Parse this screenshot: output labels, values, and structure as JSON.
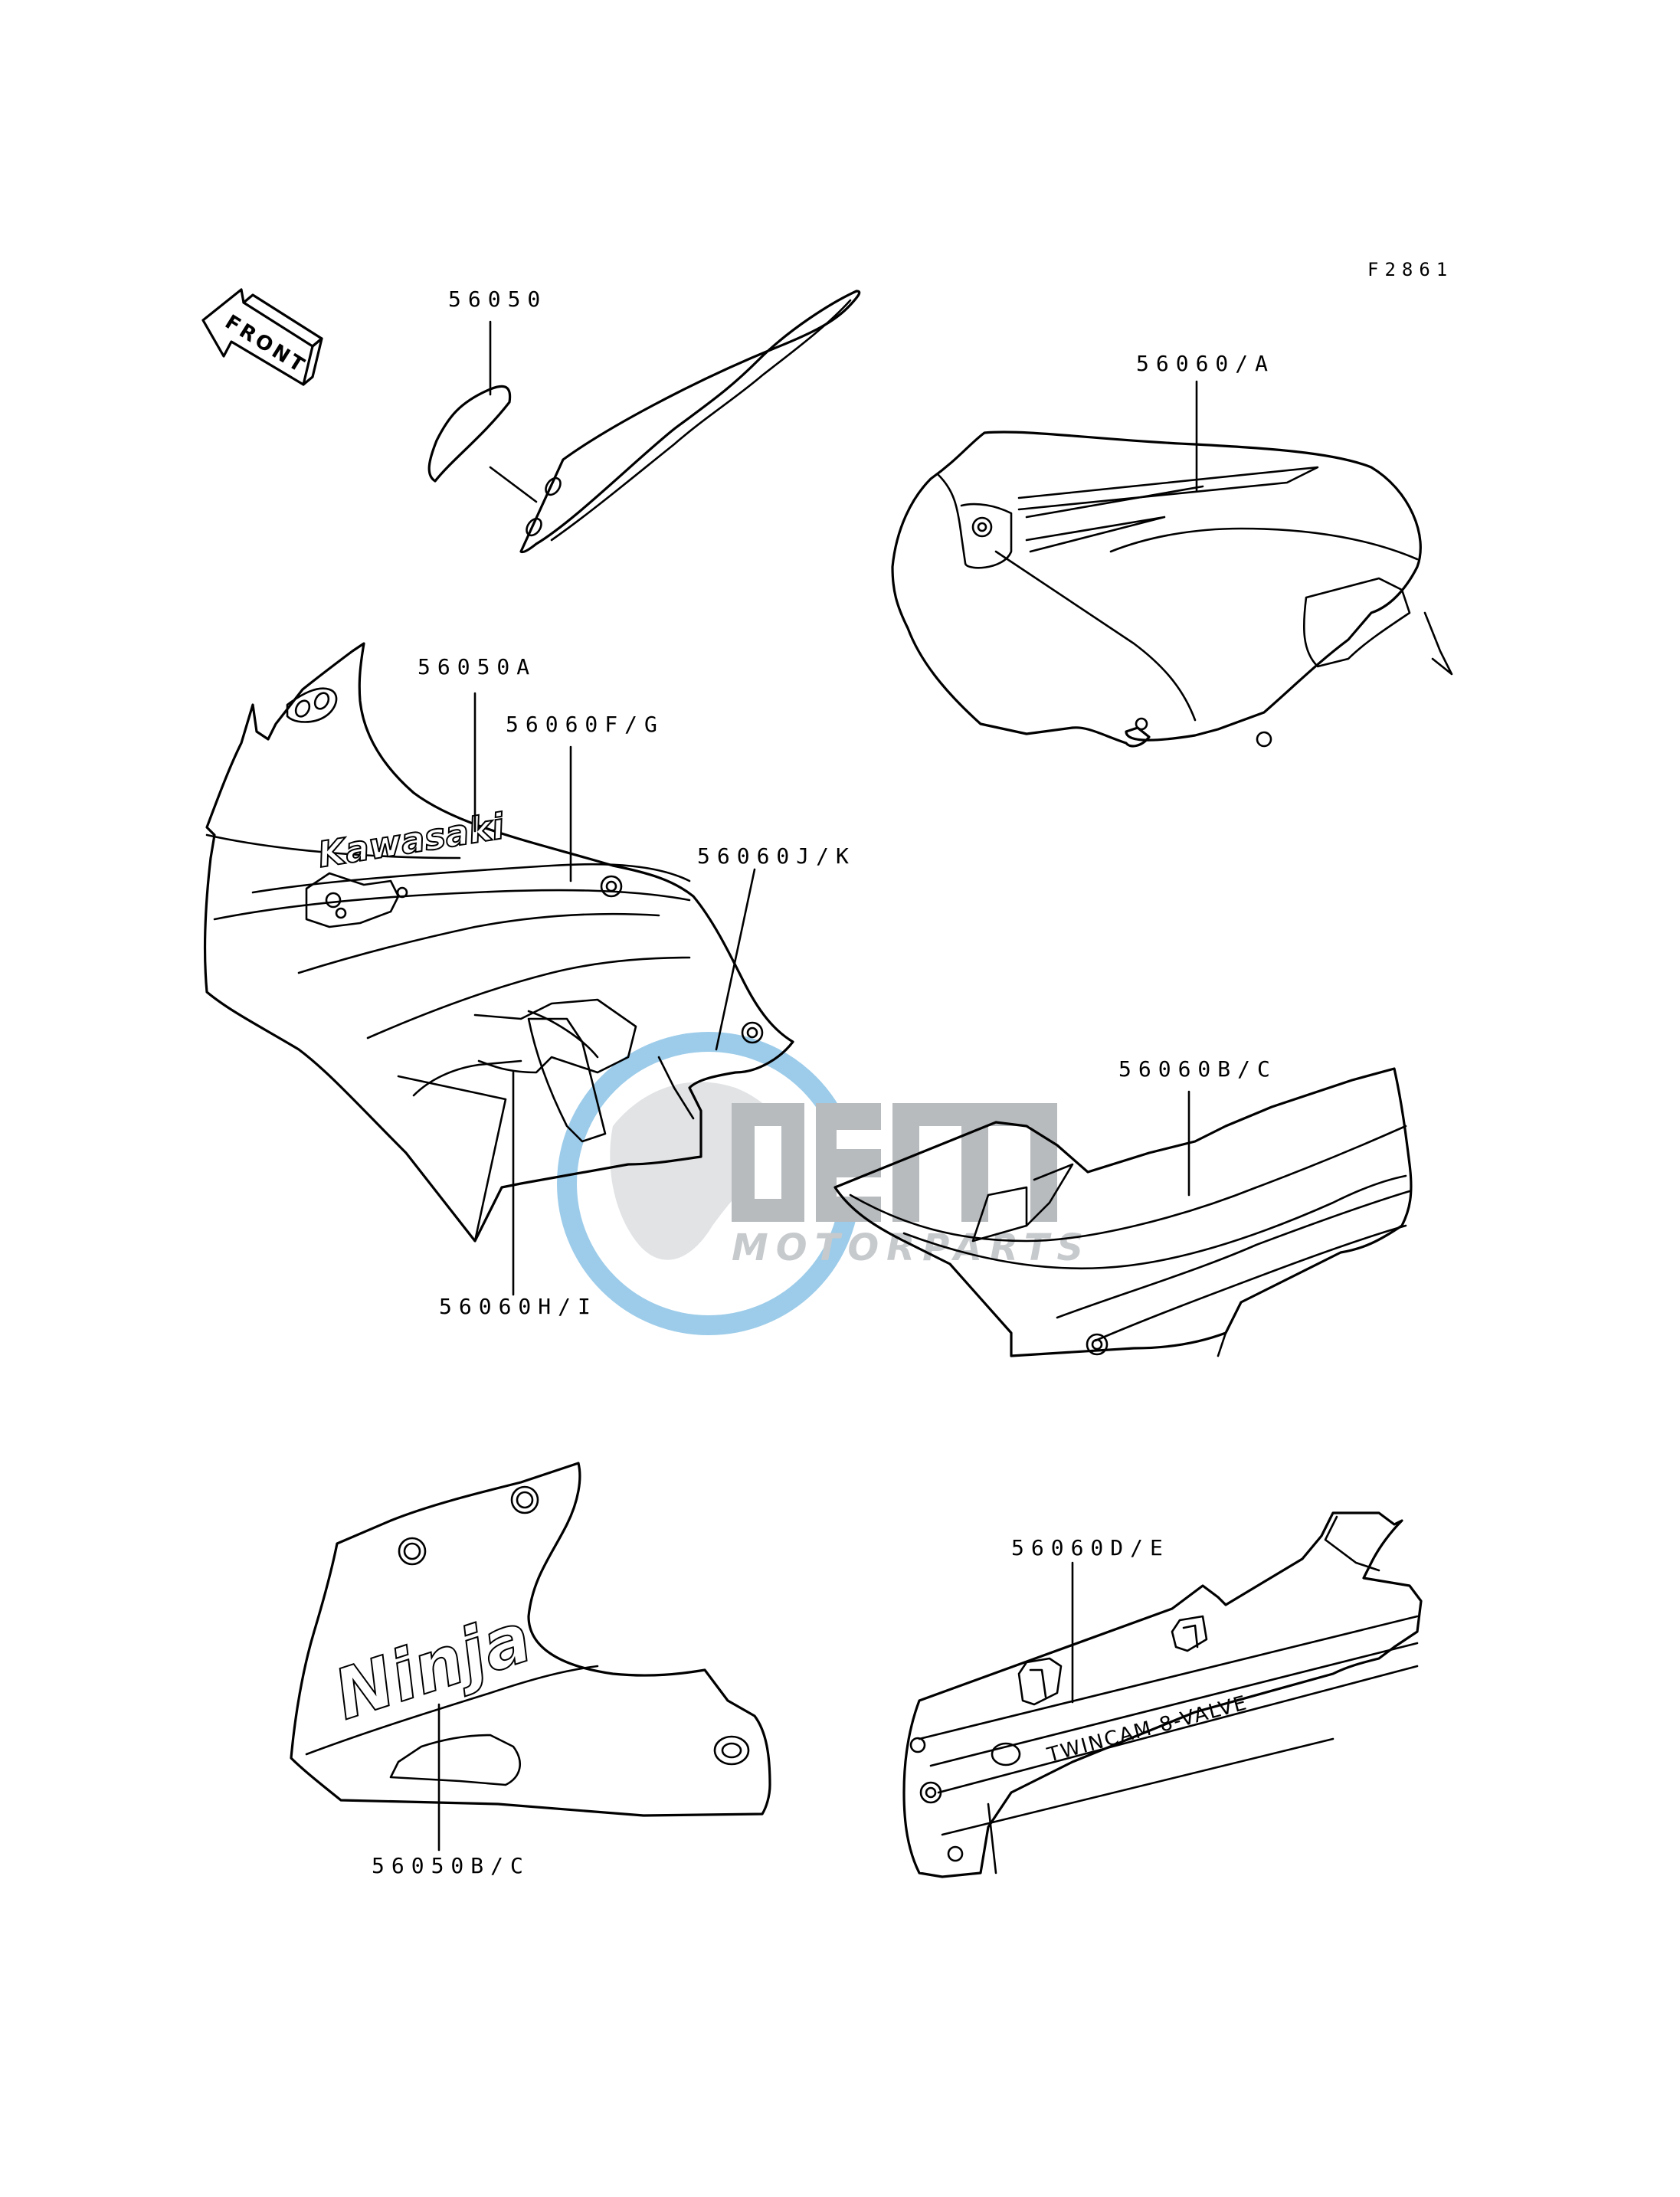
{
  "figure_ref": "F2861",
  "front_label": "FRONT",
  "callouts": [
    {
      "id": "c-56050",
      "text": "56050"
    },
    {
      "id": "c-56060a",
      "text": "56060/A"
    },
    {
      "id": "c-56050a",
      "text": "56050A"
    },
    {
      "id": "c-56060fg",
      "text": "56060F/G"
    },
    {
      "id": "c-56060jk",
      "text": "56060J/K"
    },
    {
      "id": "c-56060bc",
      "text": "56060B/C"
    },
    {
      "id": "c-56060hi",
      "text": "56060H/I"
    },
    {
      "id": "c-56060de",
      "text": "56060D/E"
    },
    {
      "id": "c-56050bc",
      "text": "56050B/C"
    }
  ],
  "decals": {
    "kawasaki": "Kawasaki",
    "ninja": "Ninja",
    "twincam": "TWINCAM 8-VALVE"
  },
  "watermark": {
    "brand": "OEM",
    "tagline": "MOTORPARTS",
    "colors": {
      "blue": "#4da3d8",
      "grey": "#9aa0a5"
    }
  }
}
